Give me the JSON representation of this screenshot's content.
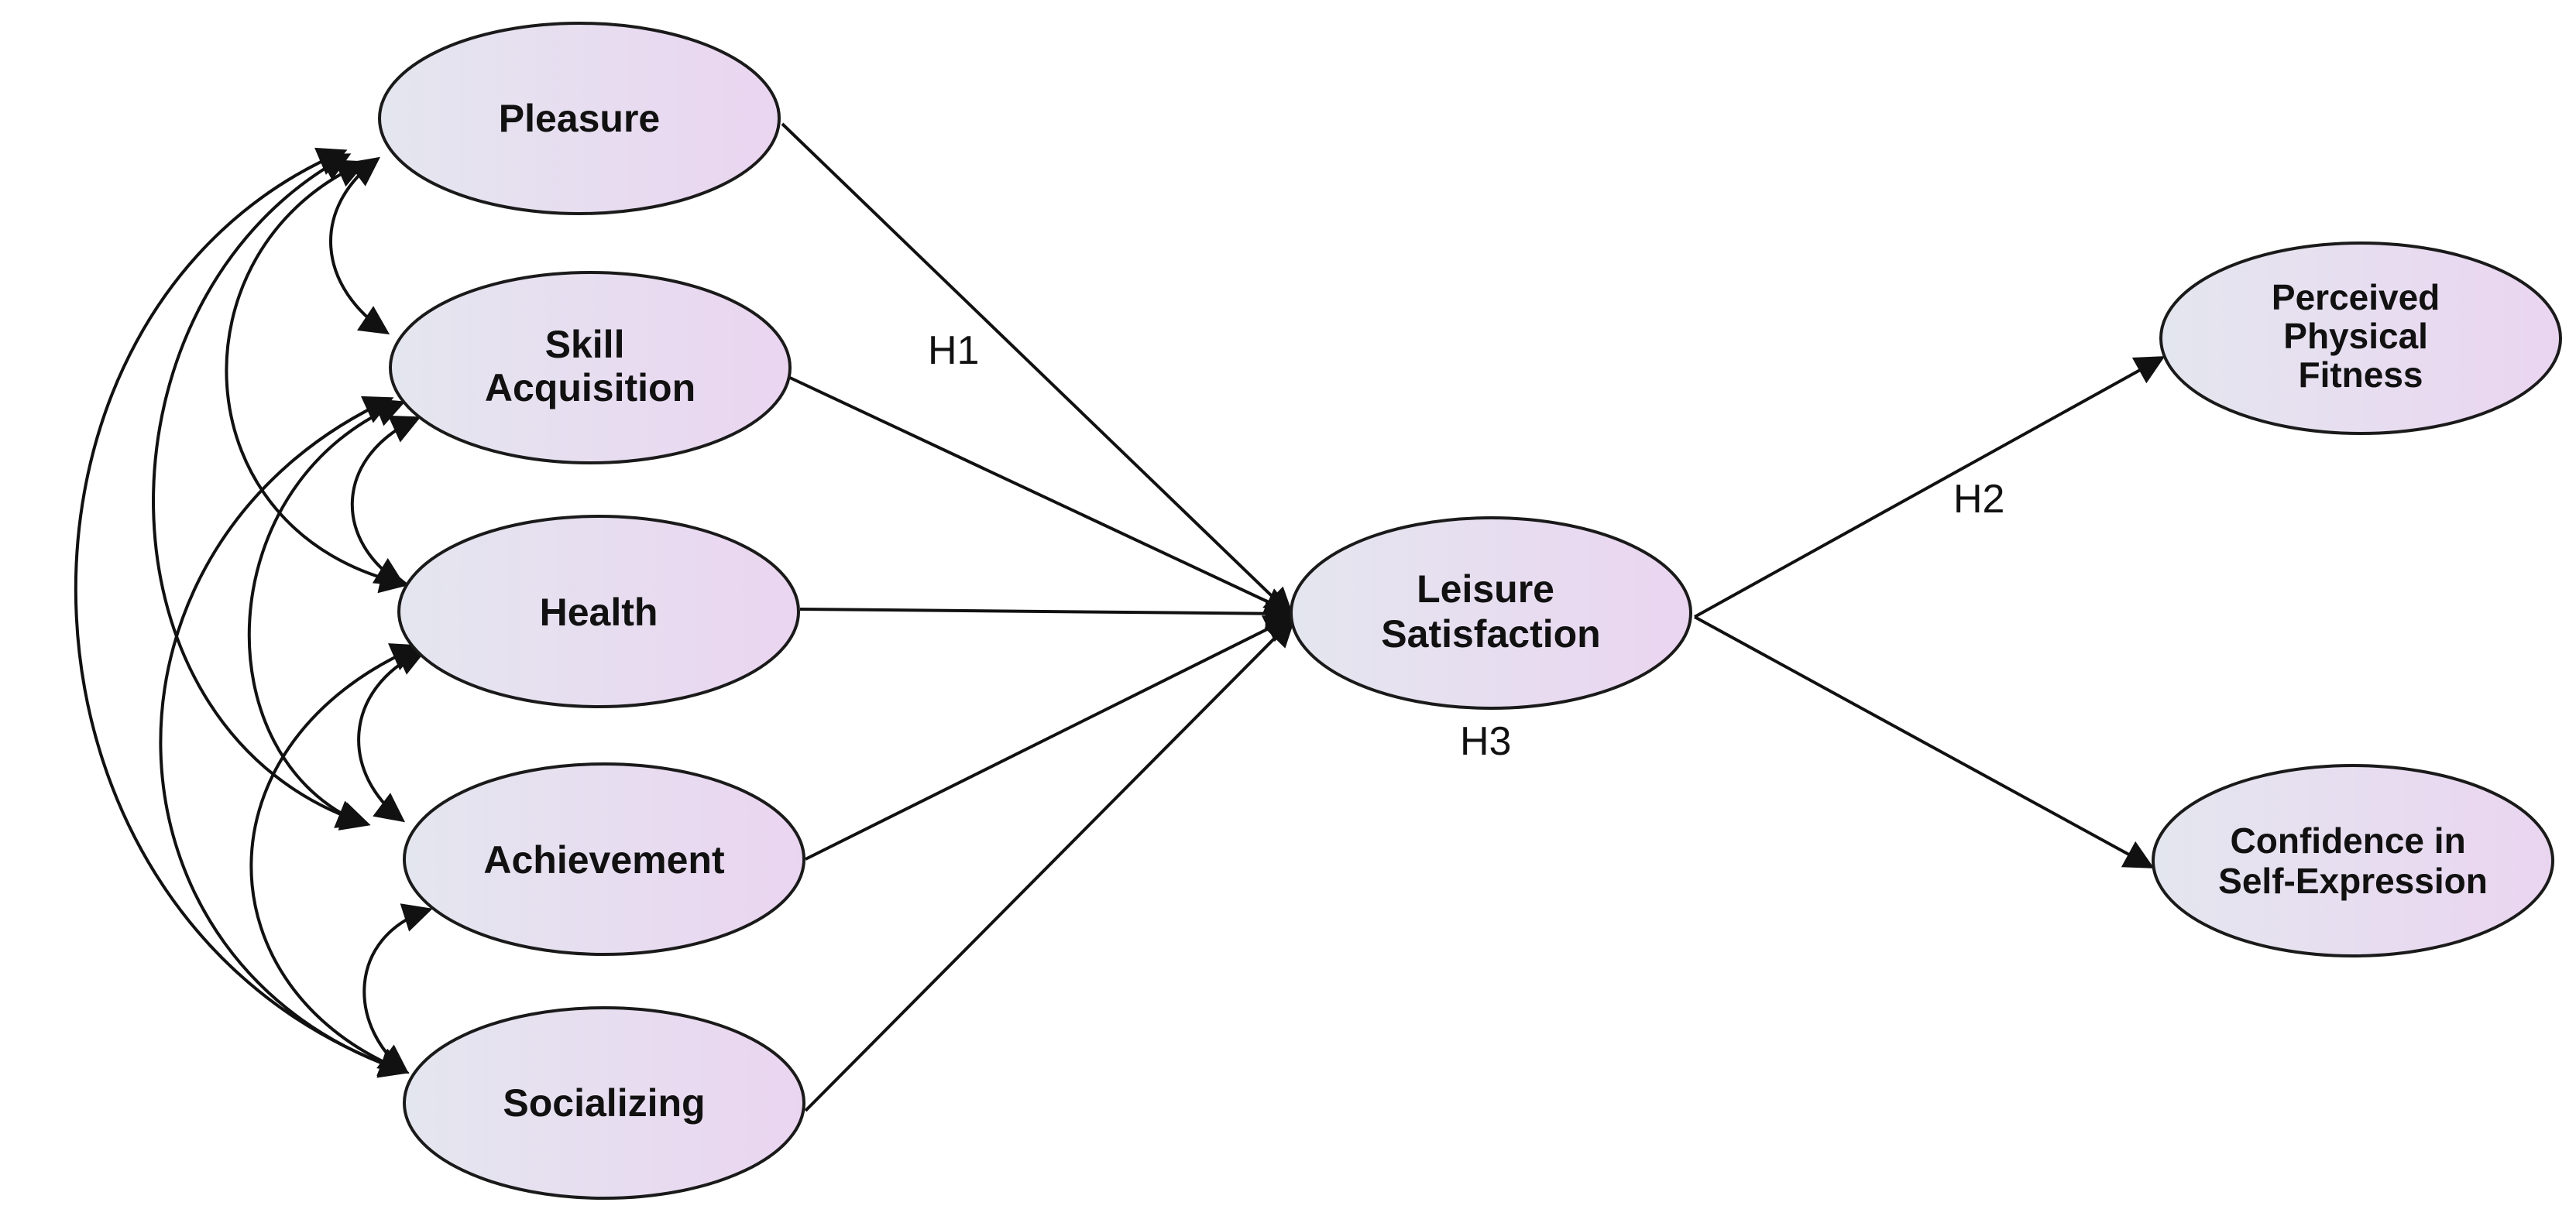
{
  "nodes": {
    "pleasure": {
      "lines": [
        "Pleasure"
      ]
    },
    "skill": {
      "lines": [
        "Skill",
        "Acquisition"
      ]
    },
    "health": {
      "lines": [
        "Health"
      ]
    },
    "achievement": {
      "lines": [
        "Achievement"
      ]
    },
    "socializing": {
      "lines": [
        "Socializing"
      ]
    },
    "leisure": {
      "lines": [
        "Leisure",
        "Satisfaction"
      ]
    },
    "fitness": {
      "lines": [
        "Perceived",
        "Physical",
        "Fitness"
      ]
    },
    "confidence": {
      "lines": [
        "Confidence in",
        "Self-Expression"
      ]
    }
  },
  "hypotheses": {
    "h1": "H1",
    "h2": "H2",
    "h3": "H3"
  },
  "colors": {
    "node_fill_start": "#e4e6ef",
    "node_fill_end": "#ead5f0",
    "stroke": "#111111"
  }
}
